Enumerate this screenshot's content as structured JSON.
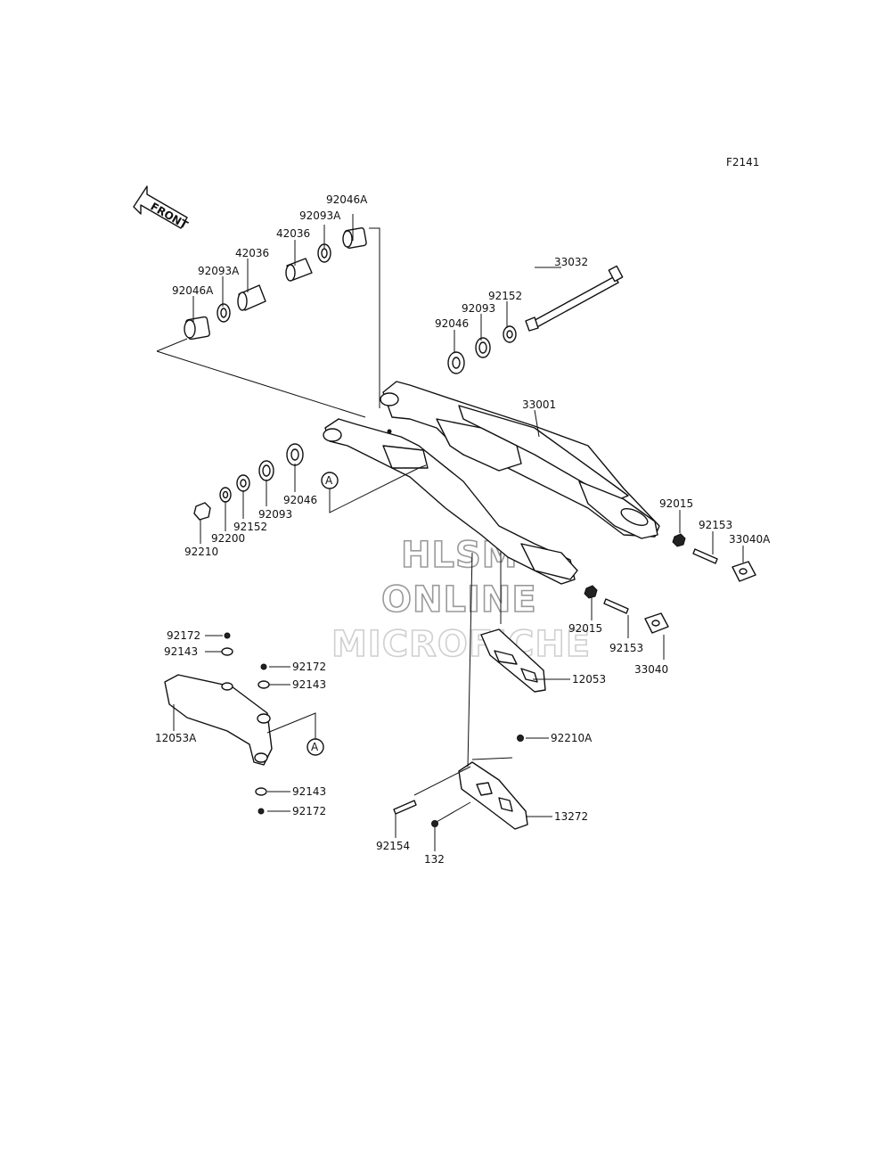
{
  "diagram": {
    "code": "F2141",
    "front_label": "FRONT",
    "ref_marker": "A",
    "colors": {
      "line": "#111111",
      "watermark": "#c8c8c8",
      "background": "#ffffff"
    }
  },
  "watermark": {
    "line1": "HLSM",
    "line2": "ONLINE",
    "line3": "MICROFICHE"
  },
  "parts": {
    "p92046A_top": "92046A",
    "p92093A_top": "92093A",
    "p42036_top": "42036",
    "p42036_left": "42036",
    "p92093A_left": "92093A",
    "p92046A_left": "92046A",
    "p33032": "33032",
    "p92152_top": "92152",
    "p92093_top": "92093",
    "p92046_top": "92046",
    "p33001": "33001",
    "p92046_left": "92046",
    "p92093_left": "92093",
    "p92152_left": "92152",
    "p92200": "92200",
    "p92210": "92210",
    "p92015_right": "92015",
    "p92153_right": "92153",
    "p33040A": "33040A",
    "p92015_mid": "92015",
    "p92153_mid": "92153",
    "p33040": "33040",
    "p12053": "12053",
    "p92172_a": "92172",
    "p92143_a": "92143",
    "p92172_b": "92172",
    "p92143_b": "92143",
    "p12053A": "12053A",
    "p92143_c": "92143",
    "p92172_c": "92172",
    "p92210A": "92210A",
    "p13272": "13272",
    "p92154": "92154",
    "p132": "132"
  }
}
